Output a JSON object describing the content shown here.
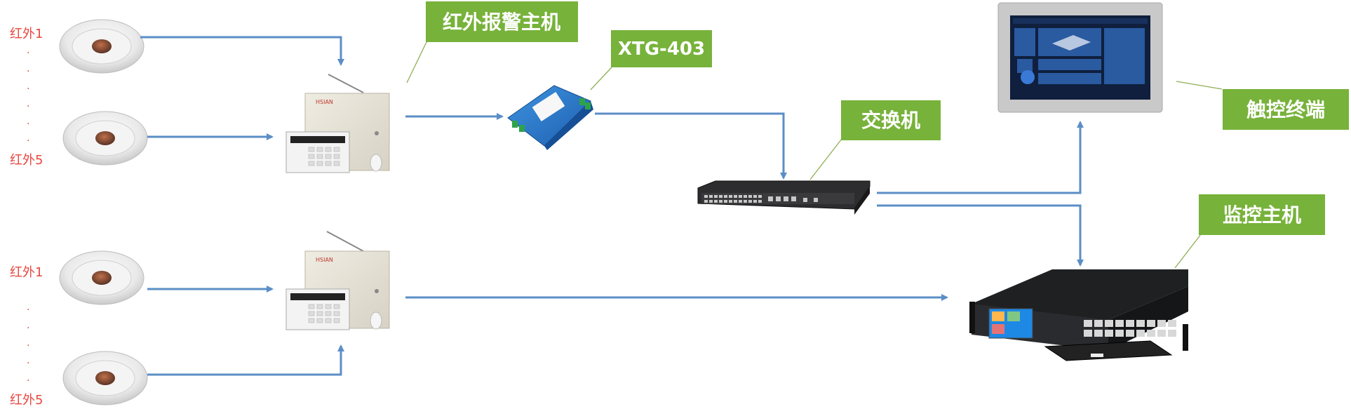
{
  "sensors_group1": {
    "first_label": "红外1",
    "last_label": "红外5",
    "dots": [
      "·",
      "·",
      "·",
      "·",
      "·",
      "·"
    ]
  },
  "sensors_group2": {
    "first_label": "红外1",
    "last_label": "红外5",
    "dots": [
      "·",
      "·",
      "·",
      "·",
      "·"
    ]
  },
  "labels": {
    "alarm_host": "红外报警主机",
    "converter": "XTG-403",
    "switch": "交换机",
    "touch_terminal": "触控终端",
    "monitor_host": "监控主机"
  },
  "colors": {
    "arrow": "#5b8ec6",
    "label_bg": "#77b23a",
    "sensor_text": "#e8473f"
  }
}
